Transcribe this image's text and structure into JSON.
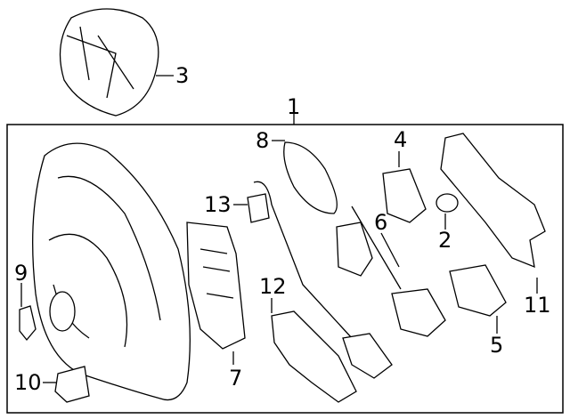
{
  "diagram": {
    "title": "Steering wheel assembly parts diagram",
    "callouts": [
      {
        "id": "1",
        "label": "1"
      },
      {
        "id": "2",
        "label": "2"
      },
      {
        "id": "3",
        "label": "3"
      },
      {
        "id": "4",
        "label": "4"
      },
      {
        "id": "5",
        "label": "5"
      },
      {
        "id": "6",
        "label": "6"
      },
      {
        "id": "7",
        "label": "7"
      },
      {
        "id": "8",
        "label": "8"
      },
      {
        "id": "9",
        "label": "9"
      },
      {
        "id": "10",
        "label": "10"
      },
      {
        "id": "11",
        "label": "11"
      },
      {
        "id": "12",
        "label": "12"
      },
      {
        "id": "13",
        "label": "13"
      }
    ]
  }
}
